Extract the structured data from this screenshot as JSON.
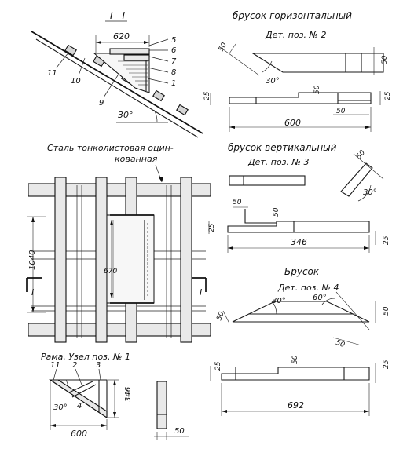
{
  "section": {
    "title": "I - I",
    "dim_top": "620",
    "angle": "30°",
    "labels": [
      "5",
      "6",
      "7",
      "8",
      "1",
      "11",
      "10",
      "9"
    ]
  },
  "detail2": {
    "title": "брусок горизонтальный",
    "subtitle": "Дет. поз. № 2",
    "dims": [
      "50",
      "30°",
      "50",
      "25",
      "50",
      "25",
      "50",
      "600"
    ]
  },
  "detail3": {
    "title": "брусок вертикальный",
    "subtitle": "Дет. поз. № 3",
    "dims": [
      "50",
      "30°",
      "50",
      "50",
      "25",
      "346",
      "25"
    ]
  },
  "plan": {
    "caption_line1": "Сталь тонколистовая оцин-",
    "caption_line2": "кованная",
    "dim_height": "1040",
    "dim_inner": "670",
    "section_mark_left": "I",
    "section_mark_right": "I"
  },
  "detail4": {
    "title": "Брусок",
    "subtitle": "Дет. поз. № 4",
    "dims": [
      "50",
      "30°",
      "60°",
      "50",
      "50",
      "25",
      "50",
      "25",
      "692"
    ]
  },
  "node1": {
    "title": "Рама. Узел поз. № 1",
    "labels": [
      "11",
      "2",
      "3",
      "30°",
      "4",
      "346",
      "600"
    ],
    "small_dim": "50"
  }
}
